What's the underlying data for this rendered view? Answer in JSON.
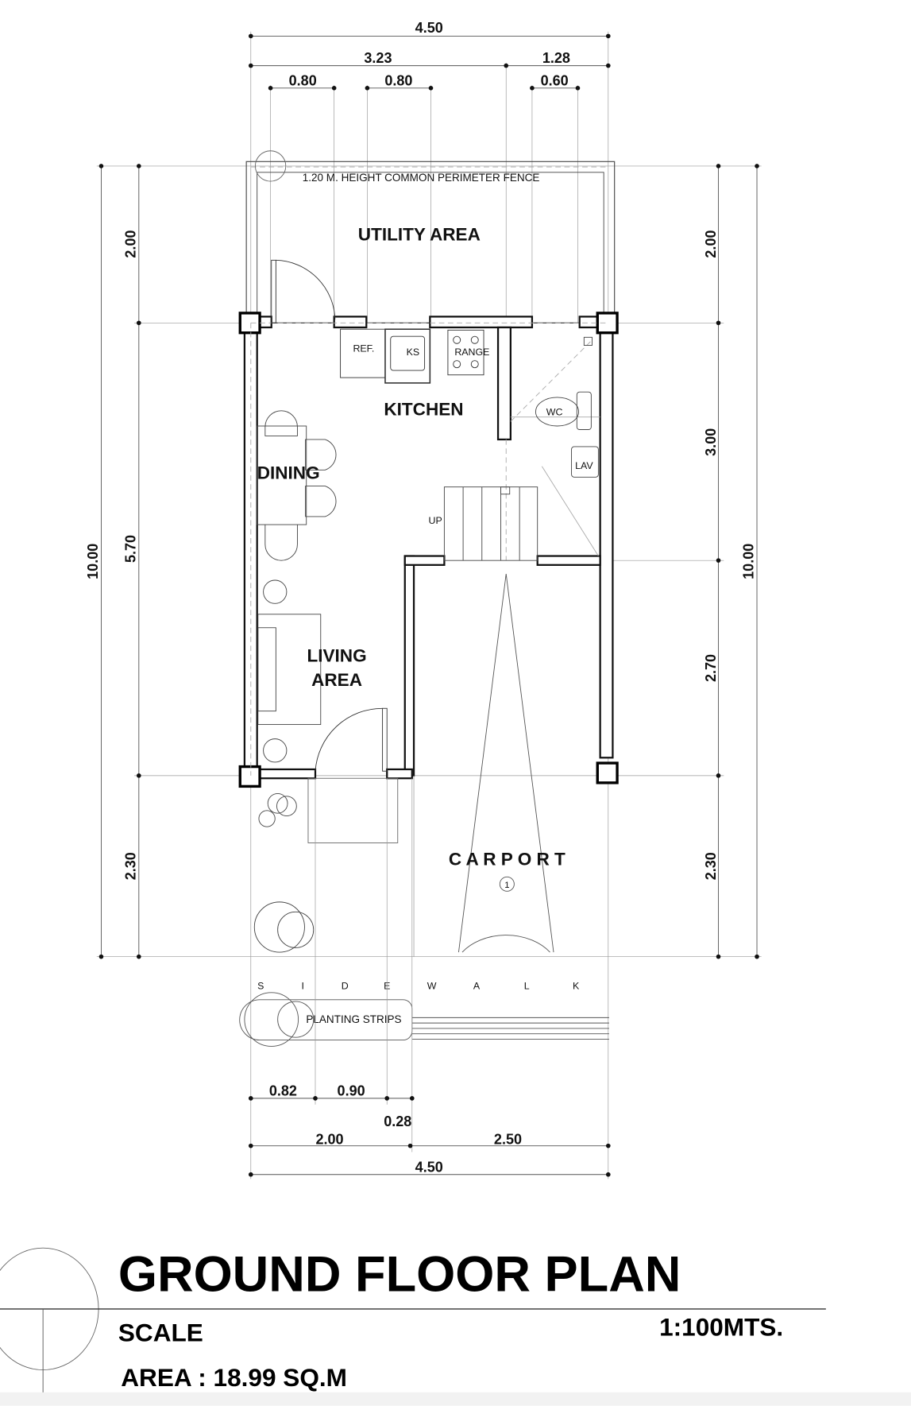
{
  "dimensions": {
    "top_total": "4.50",
    "top_left": "3.23",
    "top_right": "1.28",
    "top_a": "0.80",
    "top_b": "0.80",
    "top_c": "0.60",
    "left_total": "10.00",
    "left_1": "2.00",
    "left_2": "5.70",
    "left_3": "2.30",
    "right_total": "10.00",
    "right_1": "2.00",
    "right_2": "3.00",
    "right_3": "2.70",
    "right_4": "2.30",
    "bottom_a": "0.82",
    "bottom_b": "0.90",
    "bottom_c": "0.28",
    "bottom_left": "2.00",
    "bottom_right": "2.50",
    "bottom_total": "4.50"
  },
  "labels": {
    "fence": "1.20 M. HEIGHT   COMMON PERIMETER FENCE",
    "utility": "UTILITY  AREA",
    "kitchen": "KITCHEN",
    "dining": "DINING",
    "living_1": "LIVING",
    "living_2": "AREA",
    "carport": "C A R P O R T",
    "carport_tag": "1",
    "ref": "REF.",
    "ks": "KS",
    "range": "RANGE",
    "wc": "WC",
    "lav": "LAV",
    "up": "UP",
    "sidewalk": [
      "S",
      "I",
      "D",
      "E",
      "W",
      "A",
      "L",
      "K"
    ],
    "planting": "PLANTING STRIPS"
  },
  "title_block": {
    "title": "GROUND  FLOOR PLAN",
    "scale_label": "SCALE",
    "scale_value": "1:100MTS.",
    "area": "AREA  : 18.99 SQ.M"
  }
}
